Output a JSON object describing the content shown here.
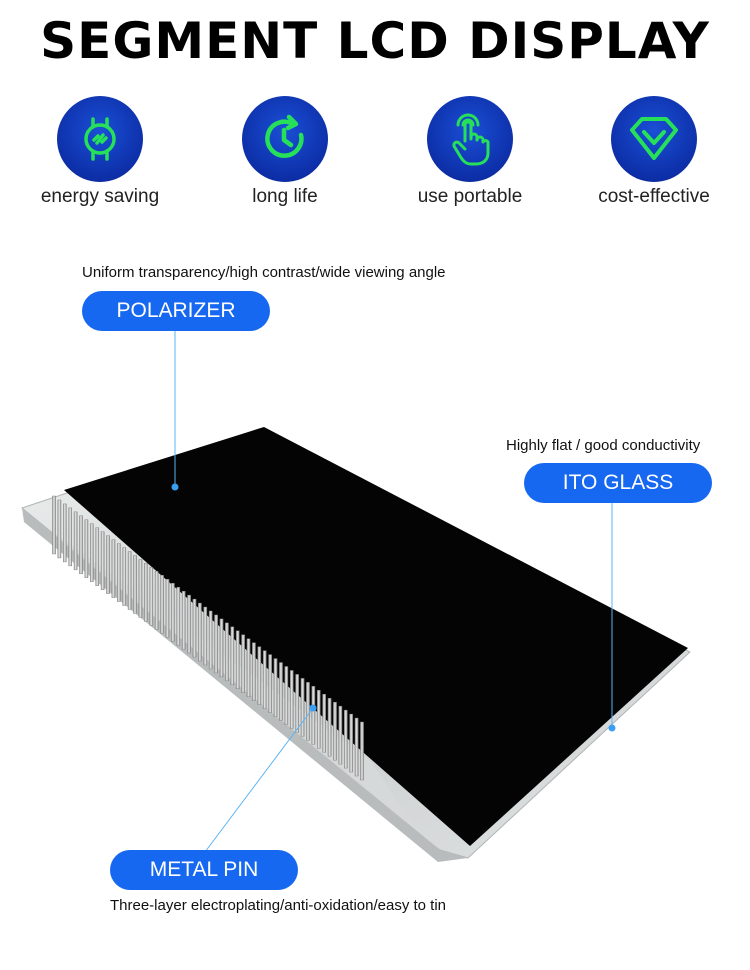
{
  "title": "SEGMENT LCD DISPLAY",
  "features": [
    {
      "label": "energy saving",
      "icon": "energy-saving-icon"
    },
    {
      "label": "long life",
      "icon": "long-life-icon"
    },
    {
      "label": "use portable",
      "icon": "touch-hand-icon"
    },
    {
      "label": "cost-effective",
      "icon": "diamond-icon"
    }
  ],
  "callouts": {
    "polarizer": {
      "label": "POLARIZER",
      "caption": "Uniform transparency/high contrast/wide viewing angle"
    },
    "ito_glass": {
      "label": "ITO GLASS",
      "caption": "Highly flat / good conductivity"
    },
    "metal_pin": {
      "label": "METAL PIN",
      "caption": "Three-layer electroplating/anti-oxidation/easy to tin"
    }
  },
  "colors": {
    "accent": "#1768f0",
    "icon_green": "#27e05a",
    "icon_bg": "#0d2fa8",
    "line": "#5ab4f5"
  }
}
